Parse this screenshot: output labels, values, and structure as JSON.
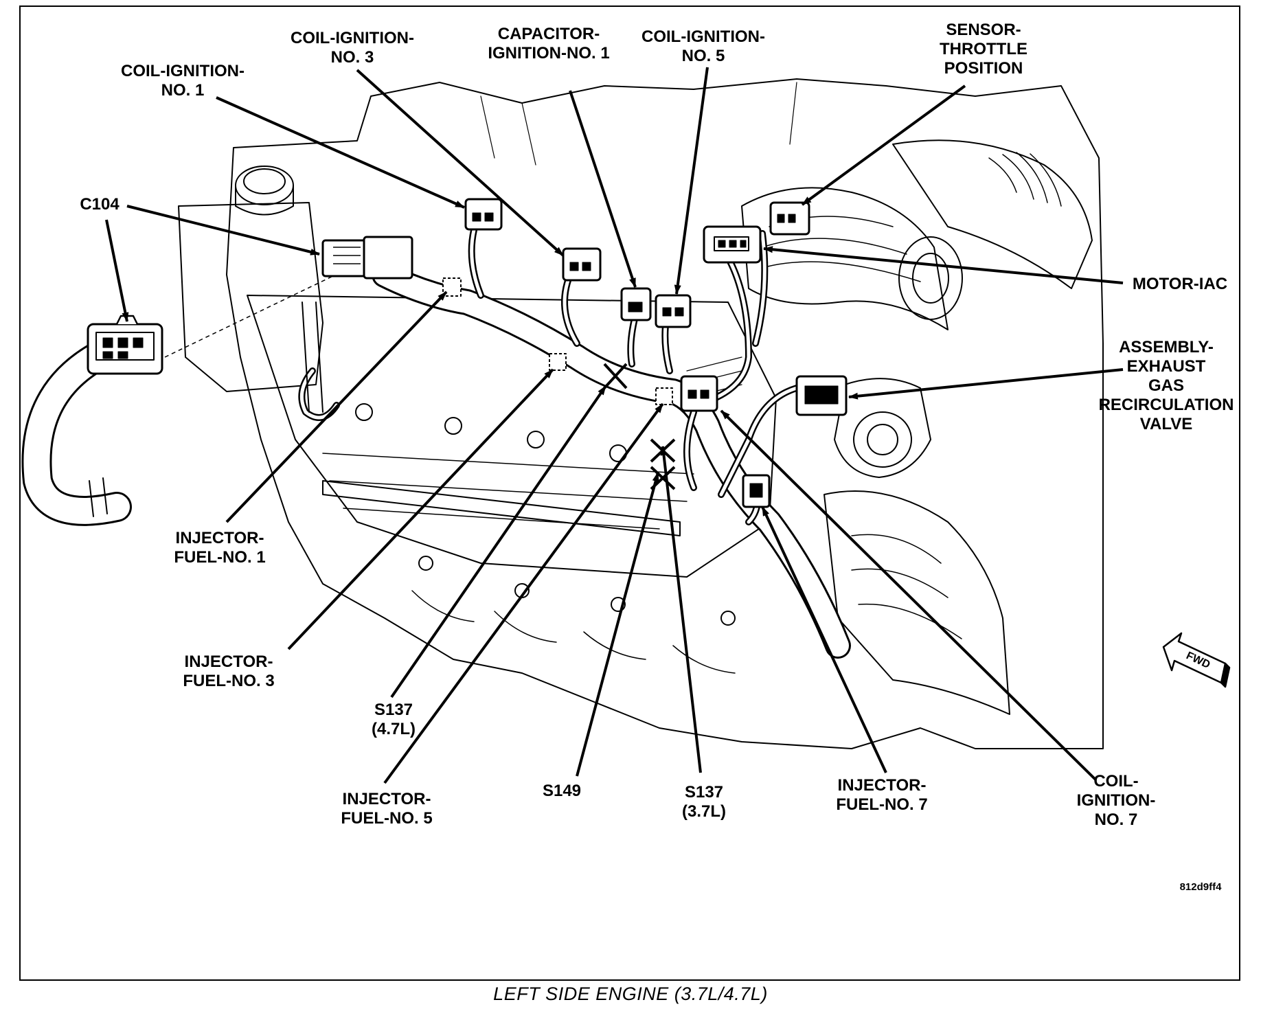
{
  "caption": "LEFT SIDE ENGINE (3.7L/4.7L)",
  "figure_id": "812d9ff4",
  "direction_arrow": {
    "label": "FWD",
    "icon": "fwd-arrow-icon"
  },
  "callouts": [
    {
      "id": "c104",
      "lines": [
        "C104"
      ]
    },
    {
      "id": "coil-ignition-no-1",
      "lines": [
        "COIL-IGNITION-",
        "NO. 1"
      ]
    },
    {
      "id": "coil-ignition-no-3",
      "lines": [
        "COIL-IGNITION-",
        "NO. 3"
      ]
    },
    {
      "id": "capacitor-ignition-no-1",
      "lines": [
        "CAPACITOR-",
        "IGNITION-NO. 1"
      ]
    },
    {
      "id": "coil-ignition-no-5",
      "lines": [
        "COIL-IGNITION-",
        "NO. 5"
      ]
    },
    {
      "id": "sensor-throttle-position",
      "lines": [
        "SENSOR-",
        "THROTTLE",
        "POSITION"
      ]
    },
    {
      "id": "motor-iac",
      "lines": [
        "MOTOR-IAC"
      ]
    },
    {
      "id": "assembly-exhaust-gas-recirculation-valve",
      "lines": [
        "ASSEMBLY-",
        "EXHAUST",
        "GAS",
        "RECIRCULATION",
        "VALVE"
      ]
    },
    {
      "id": "injector-fuel-no-1",
      "lines": [
        "INJECTOR-",
        "FUEL-NO. 1"
      ]
    },
    {
      "id": "injector-fuel-no-3",
      "lines": [
        "INJECTOR-",
        "FUEL-NO. 3"
      ]
    },
    {
      "id": "s137-4-7l",
      "lines": [
        "S137",
        "(4.7L)"
      ]
    },
    {
      "id": "injector-fuel-no-5",
      "lines": [
        "INJECTOR-",
        "FUEL-NO. 5"
      ]
    },
    {
      "id": "s149",
      "lines": [
        "S149"
      ]
    },
    {
      "id": "s137-3-7l",
      "lines": [
        "S137",
        "(3.7L)"
      ]
    },
    {
      "id": "injector-fuel-no-7",
      "lines": [
        "INJECTOR-",
        "FUEL-NO. 7"
      ]
    },
    {
      "id": "coil-ignition-no-7",
      "lines": [
        "COIL-",
        "IGNITION-",
        "NO. 7"
      ]
    }
  ]
}
